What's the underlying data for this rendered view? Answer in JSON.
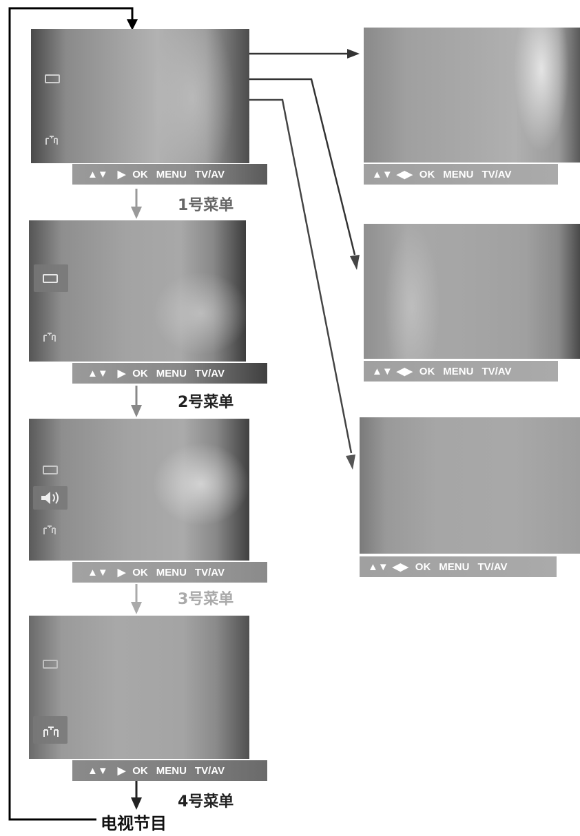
{
  "keybar_left": {
    "up_down": "▲▼",
    "right": "▶",
    "ok": "OK",
    "menu": "MENU",
    "tvav": "TV/AV"
  },
  "keybar_right": {
    "up_down": "▲▼",
    "left_right": "◀▶",
    "ok": "OK",
    "menu": "MENU",
    "tvav": "TV/AV"
  },
  "menus": [
    {
      "label": "1号菜单",
      "label_color": "#666666"
    },
    {
      "label": "2号菜单",
      "label_color": "#222222"
    },
    {
      "label": "3号菜单",
      "label_color": "#aaaaaa"
    },
    {
      "label": "4号菜单",
      "label_color": "#222222"
    }
  ],
  "tv_program_label": "电视节目",
  "colors": {
    "line": "#000000",
    "arrow_gray": "#999999",
    "arrow_dark": "#333333"
  },
  "icons": [
    "picture-icon",
    "sound-icon",
    "timer-icon"
  ]
}
